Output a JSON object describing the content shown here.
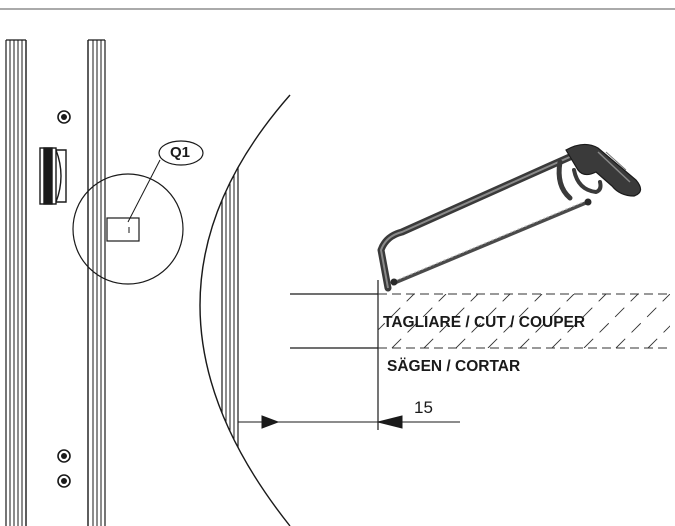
{
  "detail": {
    "callout": "Q1"
  },
  "instruction": {
    "cut_text": "TAGLIARE / CUT / COUPER",
    "saw_text": "SÄGEN / CORTAR"
  },
  "dimension": {
    "value": "15"
  },
  "colors": {
    "line": "#1a1a1a",
    "paper": "#ffffff",
    "hatch": "#333333"
  },
  "icons": {
    "tool": "hacksaw-icon",
    "screw": "screw-head-icon"
  }
}
